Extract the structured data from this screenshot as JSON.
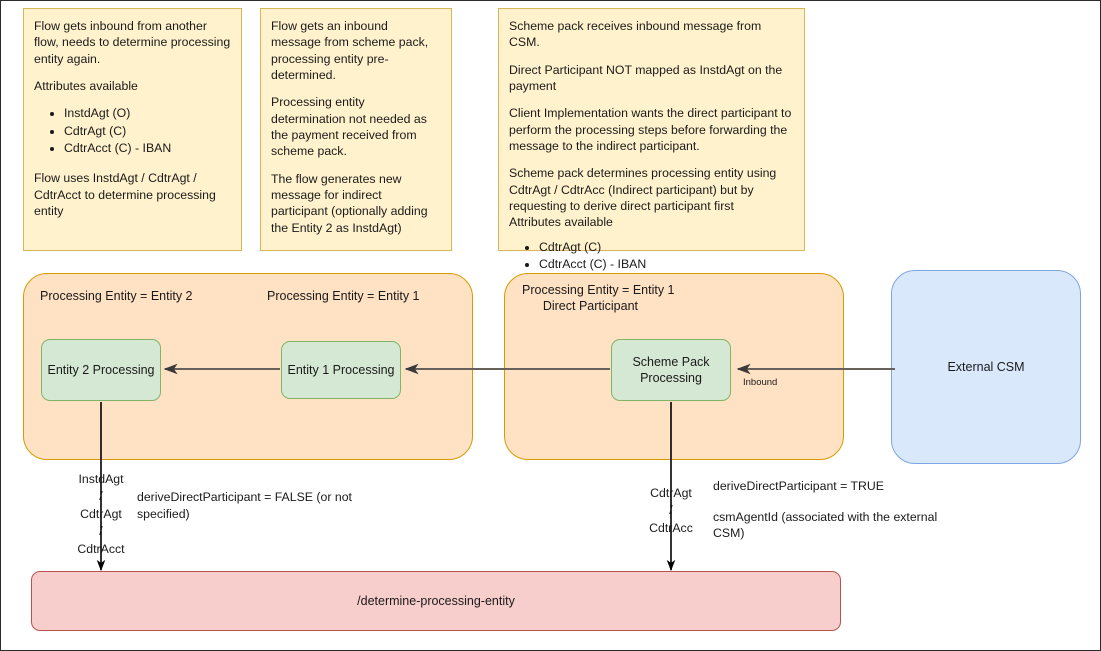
{
  "notes": [
    {
      "id": "note-inbound-from-flow",
      "blocks": [
        {
          "type": "p",
          "text": "Flow gets inbound from another flow, needs to determine processing entity again."
        },
        {
          "type": "p",
          "text": "Attributes available"
        },
        {
          "type": "ul",
          "items": [
            "InstdAgt (O)",
            "CdtrAgt (C)",
            "CdtrAcct (C) - IBAN"
          ]
        },
        {
          "type": "p",
          "text": "Flow uses InstdAgt / CdtrAgt / CdtrAcct to determine processing entity"
        }
      ]
    },
    {
      "id": "note-inbound-from-scheme-pack",
      "blocks": [
        {
          "type": "p",
          "text": "Flow gets an inbound message from scheme pack, processing entity pre-determined."
        },
        {
          "type": "p",
          "text": "Processing entity determination not needed as the payment received from scheme pack."
        },
        {
          "type": "p",
          "text": "The flow generates new message for indirect participant (optionally adding the Entity 2 as InstdAgt)"
        }
      ]
    },
    {
      "id": "note-scheme-pack-from-csm",
      "blocks": [
        {
          "type": "p",
          "text": "Scheme pack receives inbound message from CSM."
        },
        {
          "type": "p",
          "text": "Direct Participant NOT mapped as InstdAgt on the payment"
        },
        {
          "type": "p",
          "text": "Client Implementation wants the direct participant to perform the processing steps before forwarding the message to the indirect participant."
        },
        {
          "type": "p",
          "text": "Scheme pack determines processing entity using CdtrAgt / CdtrAcc (Indirect participant) but by requesting to derive direct participant first\nAttributes available"
        },
        {
          "type": "ul",
          "items": [
            "CdtrAgt (C)",
            "CdtrAcct (C) - IBAN"
          ]
        }
      ]
    }
  ],
  "lanes": [
    {
      "id": "lane-flow",
      "labels": [
        {
          "id": "lane-label-entity-2",
          "text": "Processing Entity = Entity 2"
        },
        {
          "id": "lane-label-entity-1",
          "text": "Processing Entity = Entity 1"
        }
      ]
    },
    {
      "id": "lane-scheme-pack",
      "labels": [
        {
          "id": "lane-label-direct-participant",
          "text": "Processing Entity = Entity 1\n      Direct Participant"
        }
      ]
    }
  ],
  "process_boxes": [
    {
      "id": "entity-2-processing",
      "label": "Entity 2 Processing"
    },
    {
      "id": "entity-1-processing",
      "label": "Entity 1 Processing"
    },
    {
      "id": "scheme-pack-processing",
      "label": "Scheme Pack\nProcessing"
    }
  ],
  "external_systems": [
    {
      "id": "external-csm",
      "label": "External CSM"
    }
  ],
  "endpoints": [
    {
      "id": "determine-processing-entity",
      "label": "/determine-processing-entity"
    }
  ],
  "edge_labels": {
    "inbound": "Inbound",
    "left_attributes": "InstdAgt\n/\nCdtrAgt\n/\nCdtrAcct",
    "right_attributes": "CdtrAgt\n/\nCdtrAcc"
  },
  "edge_notes": {
    "left": [
      "deriveDirectParticipant = FALSE (or not specified)"
    ],
    "right": [
      "deriveDirectParticipant = TRUE",
      "csmAgentId (associated with the external CSM)"
    ]
  },
  "colors": {
    "note_fill": "#fff2cc",
    "note_stroke": "#d6b656",
    "lane_fill": "#ffe1c4",
    "lane_stroke": "#d79b00",
    "process_fill": "#d5e8d4",
    "process_stroke": "#82b366",
    "external_fill": "#dae8fc",
    "external_stroke": "#7ea6e0",
    "endpoint_fill": "#f8cecc",
    "endpoint_stroke": "#b85450",
    "connector_gray": "#66615b",
    "connector_black": "#000000",
    "page_border": "#2b2b2b"
  }
}
